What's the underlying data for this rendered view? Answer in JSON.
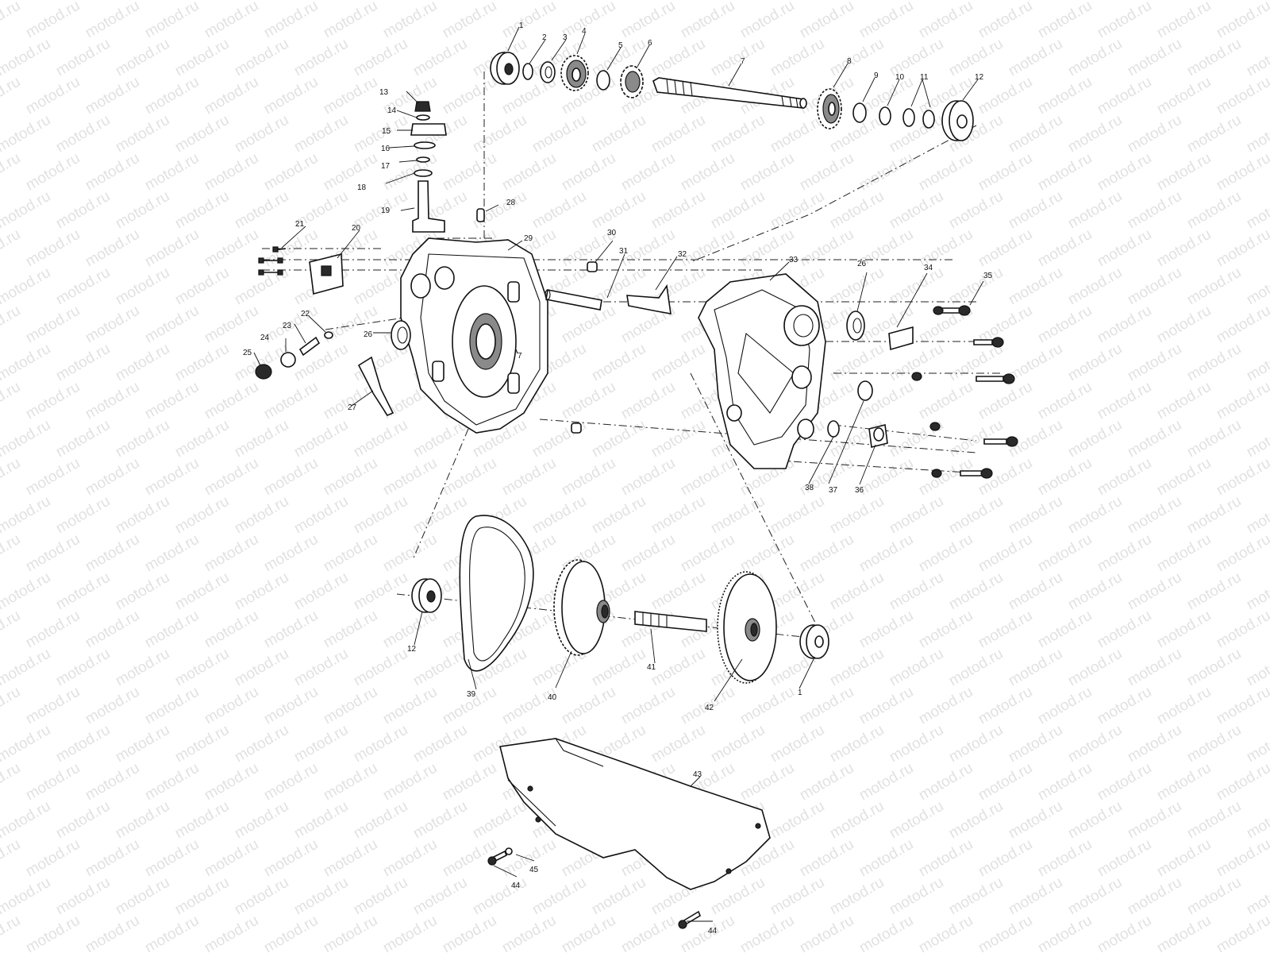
{
  "watermark": {
    "text": "motod.ru"
  },
  "callouts": {
    "c1": "1",
    "c2": "2",
    "c3": "3",
    "c4": "4",
    "c5": "5",
    "c6": "6",
    "c7": "7",
    "c8": "8",
    "c9": "9",
    "c10": "10",
    "c11": "11",
    "c12": "12",
    "c13": "13",
    "c14": "14",
    "c15": "15",
    "c16": "16",
    "c17": "17",
    "c18": "18",
    "c19": "19",
    "c20": "20",
    "c21": "21",
    "c22": "22",
    "c23": "23",
    "c24": "24",
    "c25": "25",
    "c26": "26",
    "c27": "27",
    "c28": "28",
    "c29": "29",
    "c30": "30",
    "c31": "31",
    "c32": "32",
    "c33": "33",
    "c34": "34",
    "c35": "35",
    "c36": "36",
    "c37": "37",
    "c38": "38",
    "c39": "39",
    "c40": "40",
    "c41": "41",
    "c42": "42",
    "c43": "43",
    "c44": "44",
    "c45": "45"
  },
  "colors": {
    "ink": "#111111",
    "watermark": "#c9c9c9",
    "background": "#ffffff"
  },
  "icons": [
    "bearing",
    "gear",
    "shaft",
    "chain",
    "housing",
    "bolt",
    "guard"
  ]
}
